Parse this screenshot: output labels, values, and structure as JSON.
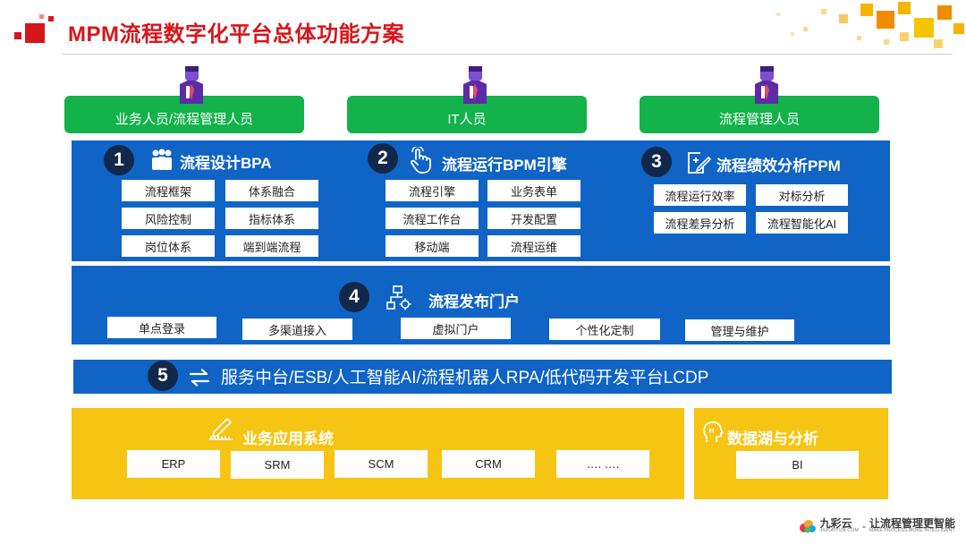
{
  "header": {
    "title": "MPM流程数字化平台总体功能方案"
  },
  "roles": [
    {
      "label": "业务人员/流程管理人员"
    },
    {
      "label": "IT人员"
    },
    {
      "label": "流程管理人员"
    }
  ],
  "sections": {
    "s1": {
      "num": "1",
      "title": "流程设计BPA",
      "items": [
        "流程框架",
        "体系融合",
        "风险控制",
        "指标体系",
        "岗位体系",
        "端到端流程"
      ]
    },
    "s2": {
      "num": "2",
      "title": "流程运行BPM引擎",
      "items": [
        "流程引擎",
        "业务表单",
        "流程工作台",
        "开发配置",
        "移动端",
        "流程运维"
      ]
    },
    "s3": {
      "num": "3",
      "title": "流程绩效分析PPM",
      "items": [
        "流程运行效率",
        "对标分析",
        "流程差异分析",
        "流程智能化AI"
      ]
    },
    "s4": {
      "num": "4",
      "title": "流程发布门户",
      "items": [
        "单点登录",
        "多渠道接入",
        "虚拟门户",
        "个性化定制",
        "管理与维护"
      ]
    },
    "s5": {
      "num": "5",
      "title": "服务中台/ESB/人工智能AI/流程机器人RPA/低代码开发平台LCDP"
    }
  },
  "apps": {
    "title": "业务应用系统",
    "items": [
      "ERP",
      "SRM",
      "SCM",
      "CRM",
      "…. …."
    ]
  },
  "datalake": {
    "title": "数据湖与分析",
    "items": [
      "BI"
    ]
  },
  "brand": {
    "name": "九彩云",
    "domain": "JIUCAIYUN.COM",
    "slogan": "让流程管理更智能",
    "slogan_en": "MAKE PROCESS MORE INTELLIGENT"
  },
  "colors": {
    "title_red": "#d7161b",
    "role_green": "#13b24a",
    "panel_blue": "#0f64c6",
    "number_navy": "#12284b",
    "panel_yellow": "#f6c412",
    "avatar_purple": "#5b2ba8"
  },
  "icons": [
    "logo-squares-icon",
    "decor-squares-icon",
    "person-avatar-icon",
    "people-group-icon",
    "hand-pointer-icon",
    "edit-doc-icon",
    "flow-chart-gear-icon",
    "exchange-arrows-icon",
    "ruler-pencil-icon",
    "data-head-icon",
    "brand-cloud-icon"
  ]
}
